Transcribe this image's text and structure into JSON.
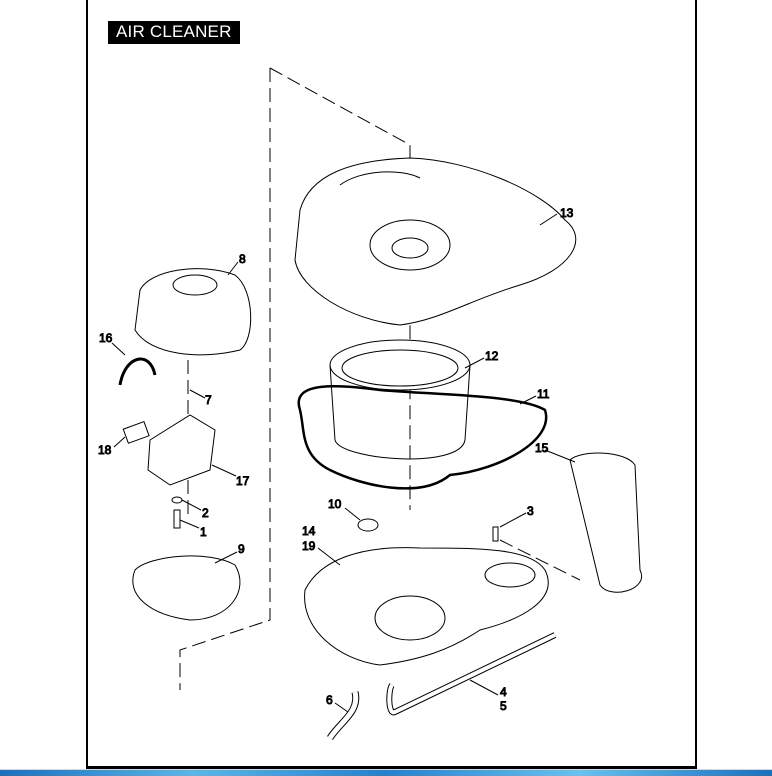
{
  "title": "AIR CLEANER",
  "callouts": [
    "1",
    "2",
    "3",
    "4",
    "5",
    "6",
    "7",
    "8",
    "9",
    "10",
    "11",
    "12",
    "13",
    "14",
    "15",
    "16",
    "17",
    "18",
    "19"
  ],
  "colors": {
    "accent_bar": "#2a80c8",
    "ink": "#000000"
  }
}
